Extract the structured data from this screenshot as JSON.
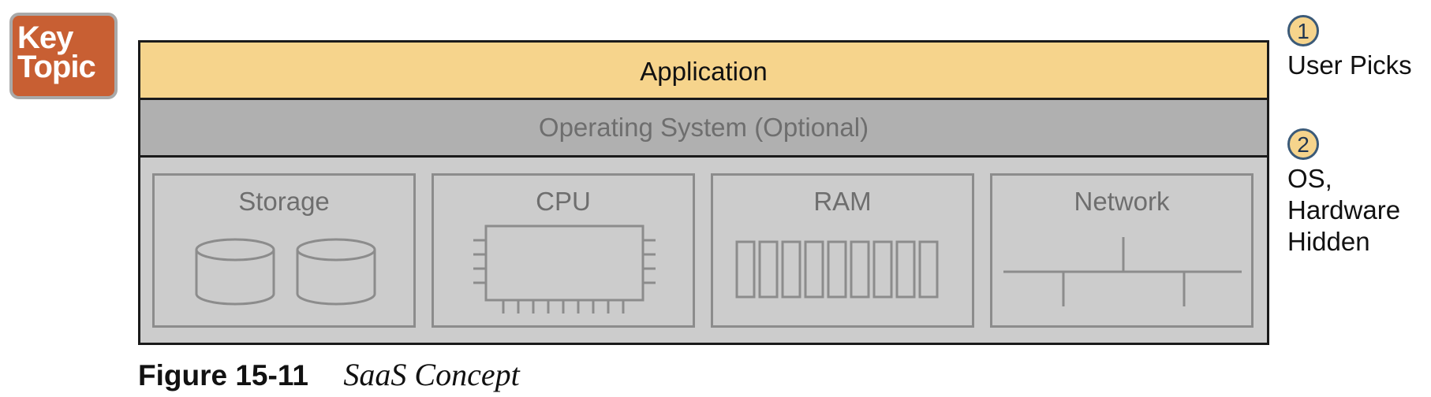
{
  "badge": {
    "line1": "Key",
    "line2": "Topic",
    "color": "#c85f33"
  },
  "stack": {
    "application_label": "Application",
    "os_label": "Operating System (Optional)",
    "hardware": [
      {
        "label": "Storage",
        "icon": "storage-disk-icon"
      },
      {
        "label": "CPU",
        "icon": "cpu-chip-icon"
      },
      {
        "label": "RAM",
        "icon": "ram-module-icon"
      },
      {
        "label": "Network",
        "icon": "network-topology-icon"
      }
    ],
    "colors": {
      "application": "#f6d48c",
      "os": "#b0b0b0",
      "hardware": "#cccccc"
    }
  },
  "annotations": [
    {
      "number": "1",
      "text_lines": [
        "User Picks"
      ]
    },
    {
      "number": "2",
      "text_lines": [
        "OS,",
        "Hardware",
        "Hidden"
      ]
    }
  ],
  "caption": {
    "number": "Figure 15-11",
    "title": "SaaS Concept"
  }
}
